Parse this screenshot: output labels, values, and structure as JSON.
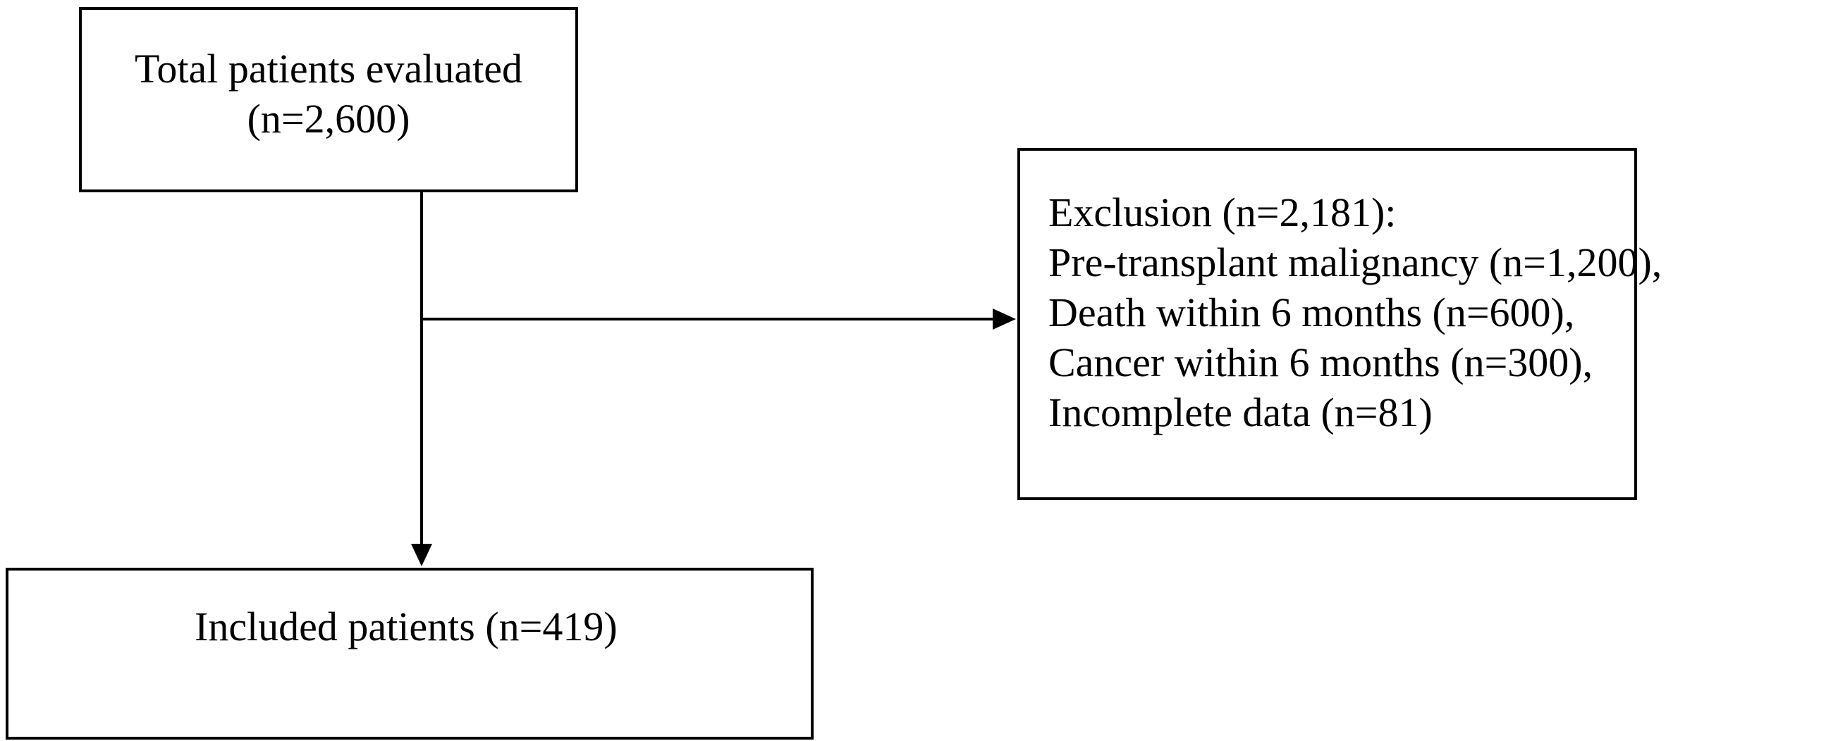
{
  "diagram": {
    "total_box": {
      "line1": "Total patients evaluated",
      "line2": "(n=2,600)"
    },
    "exclusion_box": {
      "lines": [
        "Exclusion (n=2,181):",
        "Pre-transplant malignancy (n=1,200),",
        "Death within 6 months (n=600),",
        "Cancer within 6 months (n=300),",
        "Incomplete data (n=81)"
      ]
    },
    "included_box": {
      "text": "Included patients (n=419)"
    },
    "colors": {
      "stroke": "#000000",
      "background": "#ffffff"
    }
  }
}
